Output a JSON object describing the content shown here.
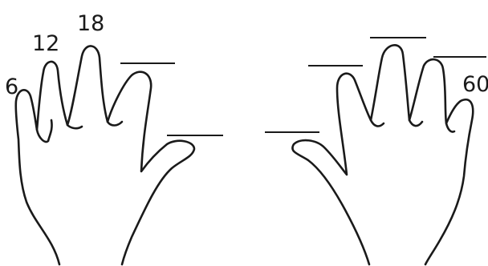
{
  "worksheet": {
    "left_hand": {
      "fingers": [
        {
          "finger": "pinky",
          "value": "6"
        },
        {
          "finger": "ring",
          "value": "12"
        },
        {
          "finger": "middle",
          "value": "18"
        },
        {
          "finger": "index",
          "value": ""
        },
        {
          "finger": "thumb",
          "value": ""
        }
      ]
    },
    "right_hand": {
      "fingers": [
        {
          "finger": "thumb",
          "value": ""
        },
        {
          "finger": "index",
          "value": ""
        },
        {
          "finger": "middle",
          "value": ""
        },
        {
          "finger": "ring",
          "value": ""
        },
        {
          "finger": "pinky",
          "value": "60"
        }
      ]
    }
  }
}
